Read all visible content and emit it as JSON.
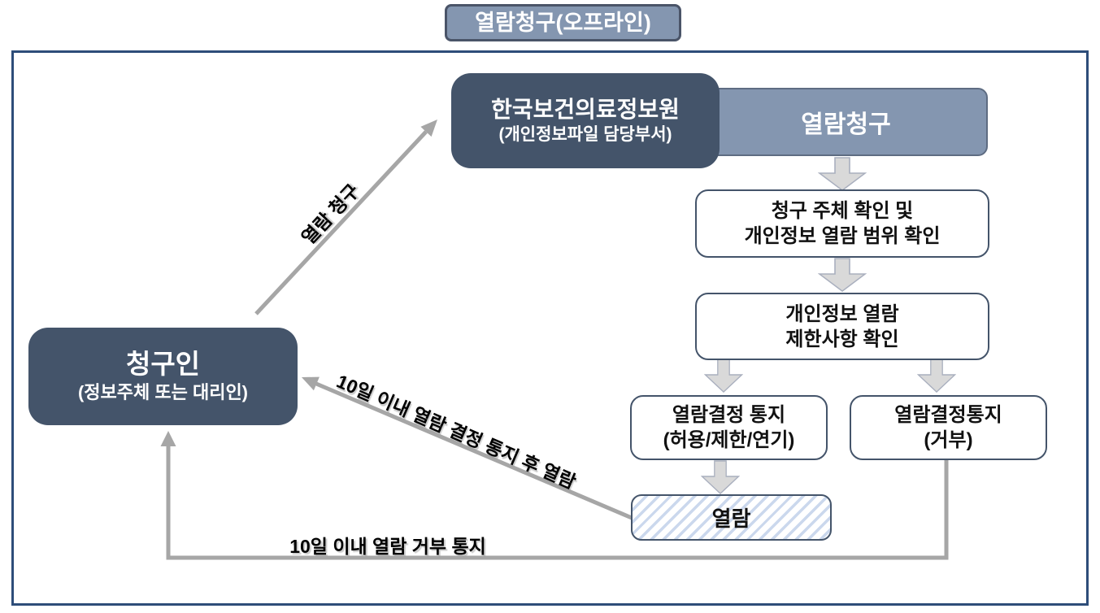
{
  "title": "열람청구(오프라인)",
  "nodes": {
    "org": {
      "title": "한국보건의료정보원",
      "subtitle": "(개인정보파일 담당부서)"
    },
    "request": {
      "label": "열람청구"
    },
    "verify_scope": {
      "line1": "청구 주체 확인 및",
      "line2": "개인정보 열람 범위 확인"
    },
    "check_restrictions": {
      "line1": "개인정보 열람",
      "line2": "제한사항 확인"
    },
    "decision_notice": {
      "line1": "열람결정 통지",
      "line2": "(허용/제한/연기)"
    },
    "denial_notice": {
      "line1": "열람결정통지",
      "line2": "(거부)"
    },
    "view": {
      "label": "열람"
    },
    "applicant": {
      "title": "청구인",
      "subtitle": "(정보주체 또는 대리인)"
    }
  },
  "edge_labels": {
    "request": "열람 청구",
    "decision_within_10days": "10일 이내 열람 결정 통지 후 열람",
    "denial_within_10days": "10일 이내 열람 거부 통지"
  },
  "colors": {
    "dark_navy": "#44546A",
    "blue_gray": "#8496B0",
    "outer_border": "#2E4D79",
    "box_border": "#44546A",
    "line_gray": "#A6A6A6",
    "arrow_fill": "#D9D9D9",
    "arrow_stroke": "#A9AFBE",
    "hatch_blue": "#CBD8ED",
    "text_white": "#FFFFFF",
    "text_dark": "#111111"
  }
}
